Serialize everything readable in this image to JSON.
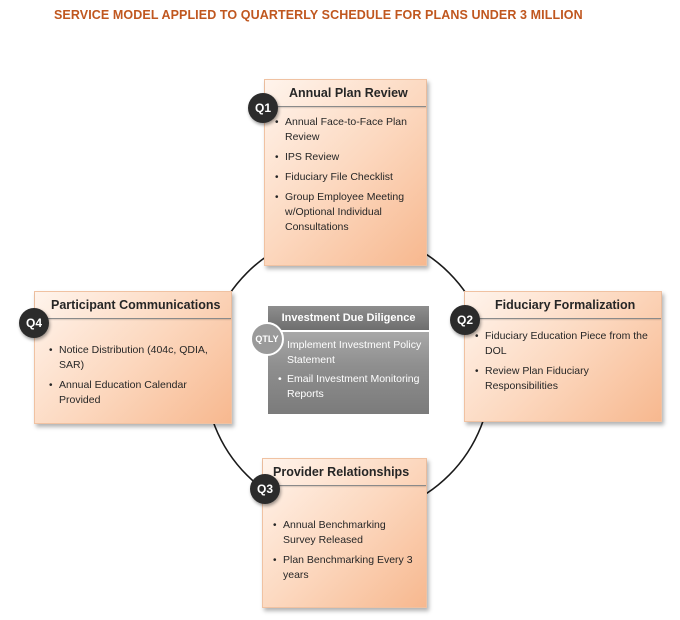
{
  "title": "SERVICE MODEL APPLIED TO QUARTERLY SCHEDULE FOR PLANS UNDER 3 MILLION",
  "q1": {
    "badge": "Q1",
    "heading": "Annual Plan Review",
    "items": [
      "Annual Face-to-Face Plan Review",
      "IPS Review",
      "Fiduciary File Checklist",
      "Group Employee Meeting w/Optional Individual Consultations"
    ]
  },
  "q2": {
    "badge": "Q2",
    "heading": "Fiduciary Formalization",
    "items": [
      "Fiduciary Education Piece from the DOL",
      "Review Plan Fiduciary Responsibilities"
    ]
  },
  "q3": {
    "badge": "Q3",
    "heading": "Provider Relationships",
    "items": [
      "Annual Benchmarking Survey Released",
      "Plan Benchmarking Every 3 years"
    ]
  },
  "q4": {
    "badge": "Q4",
    "heading": "Participant Communications",
    "items": [
      "Notice Distribution (404c, QDIA, SAR)",
      "Annual Education Calendar Provided"
    ]
  },
  "center": {
    "badge": "QTLY",
    "heading": "Investment Due Diligence",
    "items": [
      "Implement Investment Policy Statement",
      "Email Investment Monitoring Reports"
    ]
  }
}
